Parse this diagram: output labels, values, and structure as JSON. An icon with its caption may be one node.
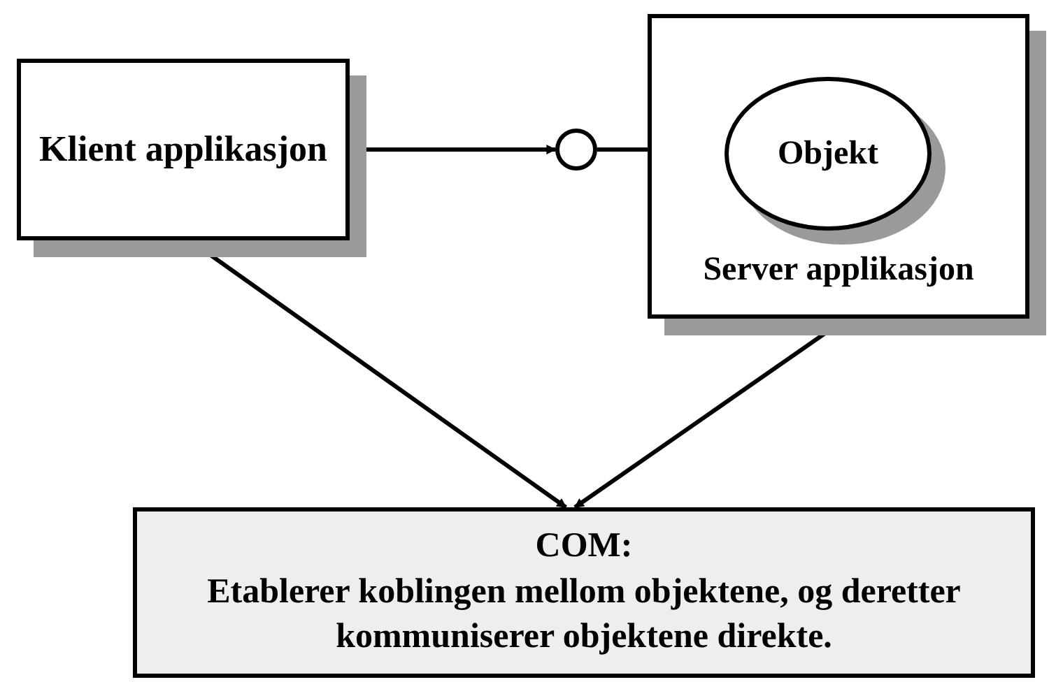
{
  "diagram": {
    "nodes": [
      {
        "text": [
          "Klient applikasjon"
        ]
      },
      {
        "text": [
          "Server applikasjon"
        ]
      },
      {
        "text": [
          "Objekt"
        ],
        "in": 1
      },
      {
        "text": [],
        "shape": "circle"
      },
      {
        "text": [
          "COM:",
          "Etablerer koblingen mellom objektene, og deretter kommuniserer objektene direkte."
        ]
      }
    ],
    "edges": [
      {
        "from": 0,
        "to": 3,
        "arrow": "to"
      },
      {
        "from": 3,
        "to": 2,
        "arrow": "none"
      },
      {
        "from": 0,
        "to": 4,
        "arrow": "to"
      },
      {
        "from": 1,
        "to": 4,
        "arrow": "to"
      }
    ]
  }
}
